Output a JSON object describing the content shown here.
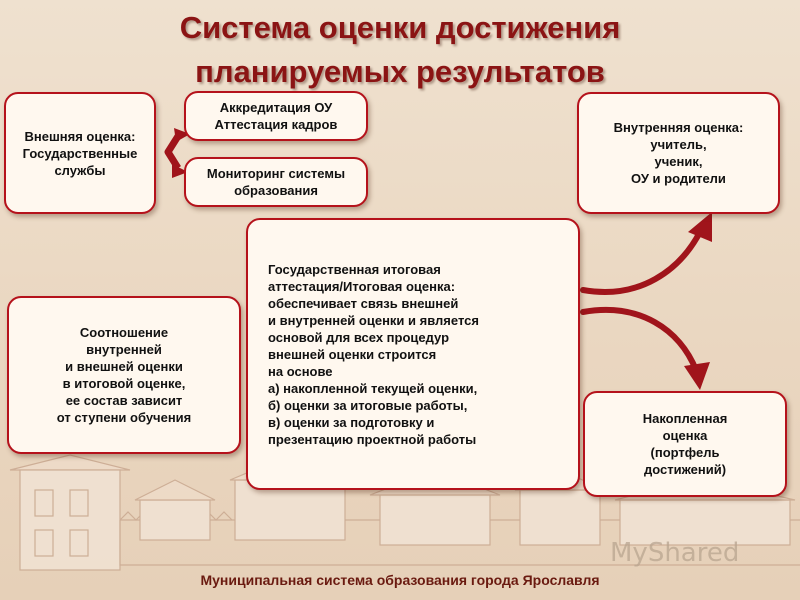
{
  "title": {
    "line1": "Система оценки достижения",
    "line2": "планируемых  результатов"
  },
  "boxes": {
    "external": "Внешняя оценка:\nГосударственные\nслужбы",
    "accreditation": "Аккредитация ОУ\nАттестация кадров",
    "monitoring": "Мониторинг системы\nобразования",
    "internal": "Внутренняя оценка:\nучитель,\nученик,\nОУ и родители",
    "final_attestation": "Государственная итоговая\nаттестация/Итоговая оценка:\nобеспечивает связь внешней\nи внутренней оценки и является\nосновой для всех процедур\nвнешней оценки строится\nна основе\nа) накопленной текущей оценки,\nб) оценки за итоговые работы,\nв) оценки за подготовку и\nпрезентацию проектной работы",
    "ratio": "Соотношение\nвнутренней\nи внешней оценки\nв итоговой оценке,\nее состав зависит\nот ступени обучения",
    "portfolio": "Накопленная\nоценка\n(портфель\nдостижений)"
  },
  "footer": "Муниципальная система образования города Ярославля",
  "watermark": "MyShared",
  "colors": {
    "border": "#b5121b",
    "arrow": "#a0141b",
    "title": "#8b1414",
    "box_fill": "#fff8ef"
  }
}
